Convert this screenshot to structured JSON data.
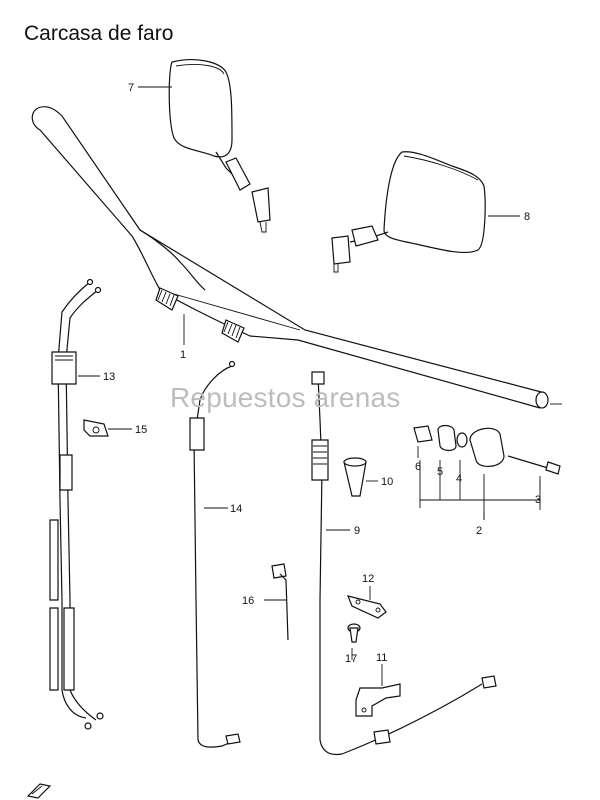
{
  "title": "Carcasa de faro",
  "watermark": "Repuestos arenas",
  "callouts": [
    {
      "id": "c1",
      "label": "1"
    },
    {
      "id": "c2",
      "label": "2"
    },
    {
      "id": "c3",
      "label": "3"
    },
    {
      "id": "c4",
      "label": "4"
    },
    {
      "id": "c5",
      "label": "5"
    },
    {
      "id": "c6",
      "label": "6"
    },
    {
      "id": "c7",
      "label": "7"
    },
    {
      "id": "c8",
      "label": "8"
    },
    {
      "id": "c9",
      "label": "9"
    },
    {
      "id": "c10",
      "label": "10"
    },
    {
      "id": "c11",
      "label": "11"
    },
    {
      "id": "c12",
      "label": "12"
    },
    {
      "id": "c13",
      "label": "13"
    },
    {
      "id": "c14",
      "label": "14"
    },
    {
      "id": "c15",
      "label": "15"
    },
    {
      "id": "c16",
      "label": "16"
    },
    {
      "id": "c17",
      "label": "17"
    }
  ],
  "colors": {
    "ink": "#111111",
    "watermark": "#bdbdbd",
    "background": "#ffffff"
  }
}
